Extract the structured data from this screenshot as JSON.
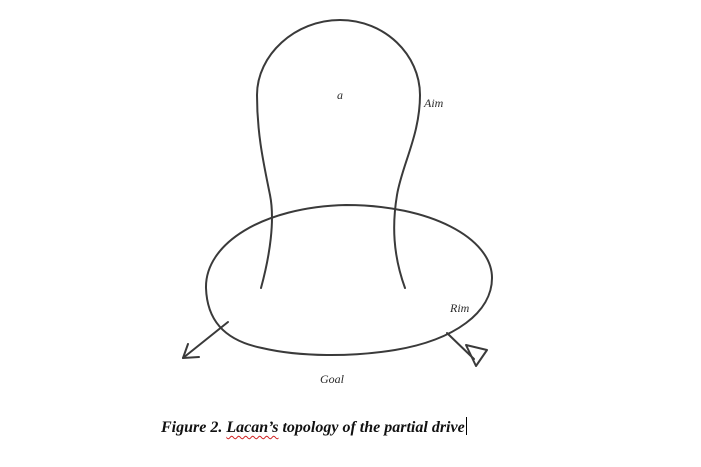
{
  "labels": {
    "object": "a",
    "aim": "Aim",
    "rim": "Rim",
    "goal": "Goal"
  },
  "caption": {
    "prefix": "Figure 2. ",
    "name": "Lacan’s",
    "suffix": " topology of the partial drive"
  }
}
